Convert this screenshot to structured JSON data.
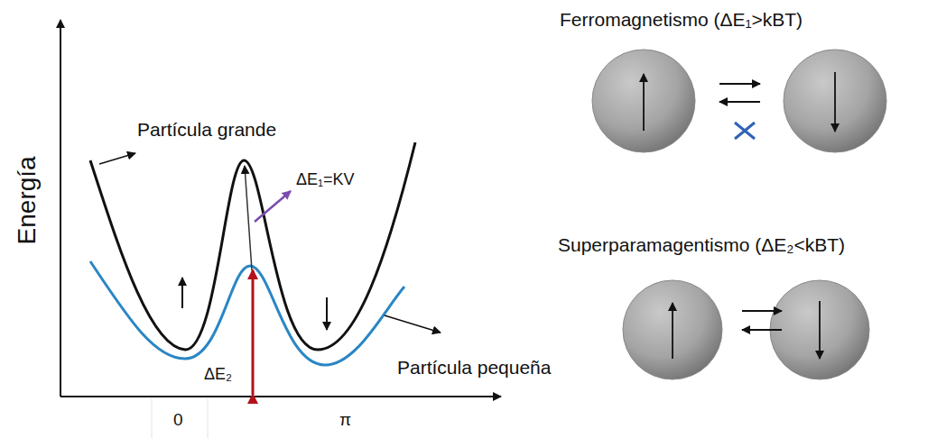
{
  "diagram": {
    "labels": [
      "Energía",
      "Partícula grande",
      "ΔE₁=KV",
      "ΔE₂",
      "0",
      "π",
      "Partícula pequeña",
      "Ferromagnetismo (ΔE₁>kBT)",
      "Superparamagentismo (ΔE₂<kBT)"
    ]
  }
}
